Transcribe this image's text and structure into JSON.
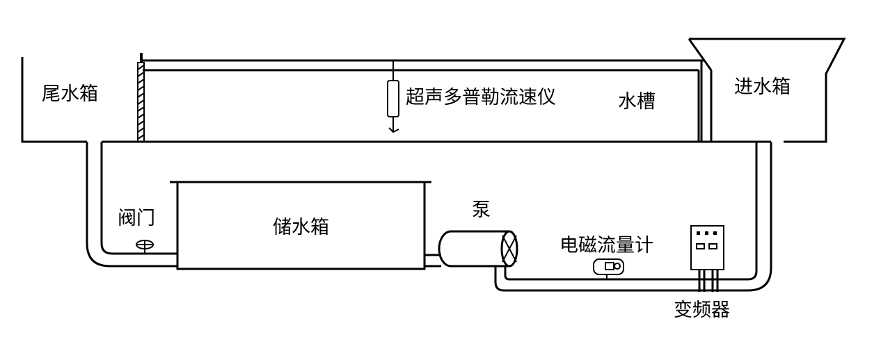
{
  "labels": {
    "tail_tank": "尾水箱",
    "inlet_tank": "进水箱",
    "flume": "水槽",
    "adv": "超声多普勒流速仪",
    "storage_tank": "储水箱",
    "valve": "阀门",
    "pump": "泵",
    "flowmeter": "电磁流量计",
    "inverter": "变频器"
  },
  "colors": {
    "stroke": "#000000",
    "background": "#ffffff"
  }
}
